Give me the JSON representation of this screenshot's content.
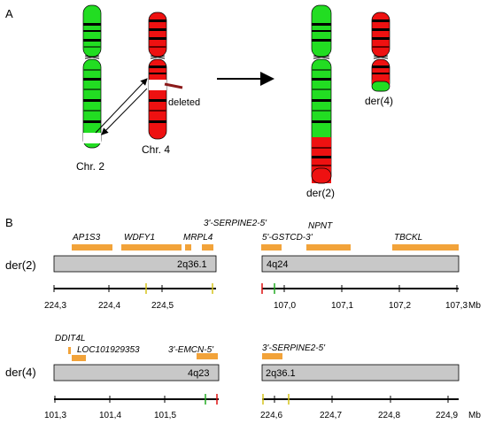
{
  "panel_a": {
    "label": "A",
    "chr2_label": "Chr. 2",
    "chr4_label": "Chr. 4",
    "deleted_label": "deleted",
    "der2_label": "der(2)",
    "der4_label": "der(4)",
    "colors": {
      "chr2": "#22dd22",
      "chr4": "#ee1111",
      "band": "#000000",
      "arrow": "#000000",
      "deleted": "#8b1a1a"
    }
  },
  "panel_b": {
    "label": "B",
    "gene_color": "#f2a33a",
    "bar_color": "#c8c8c8",
    "rows": [
      {
        "row_label": "der(2)",
        "left_band": "2q36.1",
        "right_band": "4q24",
        "left_genes": [
          "AP1S3",
          "WDFY1",
          "MRPL4"
        ],
        "left_extra_label": "3'-SERPINE2-5'",
        "right_genes": [
          "5'-GSTCD-3'",
          "NPNT",
          "TBCKL"
        ],
        "left_ticks": [
          "224,3",
          "224,4",
          "224,5"
        ],
        "right_ticks": [
          "107,0",
          "107,1",
          "107,2",
          "107,3"
        ],
        "unit": "Mb"
      },
      {
        "row_label": "der(4)",
        "left_band": "4q23",
        "right_band": "2q36.1",
        "left_genes": [
          "DDIT4L",
          "LOC101929353",
          "3'-EMCN-5'"
        ],
        "right_genes": [
          "3'-SERPINE2-5'"
        ],
        "left_ticks": [
          "101,3",
          "101,4",
          "101,5"
        ],
        "right_ticks": [
          "224,6",
          "224,7",
          "224,8",
          "224,9"
        ],
        "unit": "Mb"
      }
    ],
    "marker_colors": {
      "yellow": "#d4c21a",
      "green": "#22aa22",
      "red": "#dd1111"
    }
  }
}
